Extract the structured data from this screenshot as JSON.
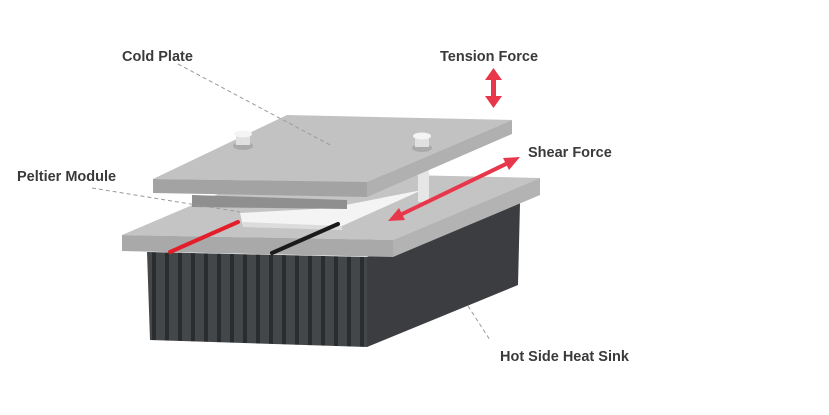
{
  "labels": {
    "cold_plate": "Cold Plate",
    "tension_force": "Tension Force",
    "shear_force": "Shear Force",
    "peltier_module": "Peltier Module",
    "heat_sink": "Hot Side Heat Sink"
  },
  "colors": {
    "arrow": "#e8374a",
    "plate_top": "#bdbdbd",
    "plate_side": "#9e9e9e",
    "heat_sink": "#3f4144",
    "peltier": "#f2f2f2",
    "wire_positive": "#e31e2b",
    "wire_negative": "#1a1a1a"
  }
}
